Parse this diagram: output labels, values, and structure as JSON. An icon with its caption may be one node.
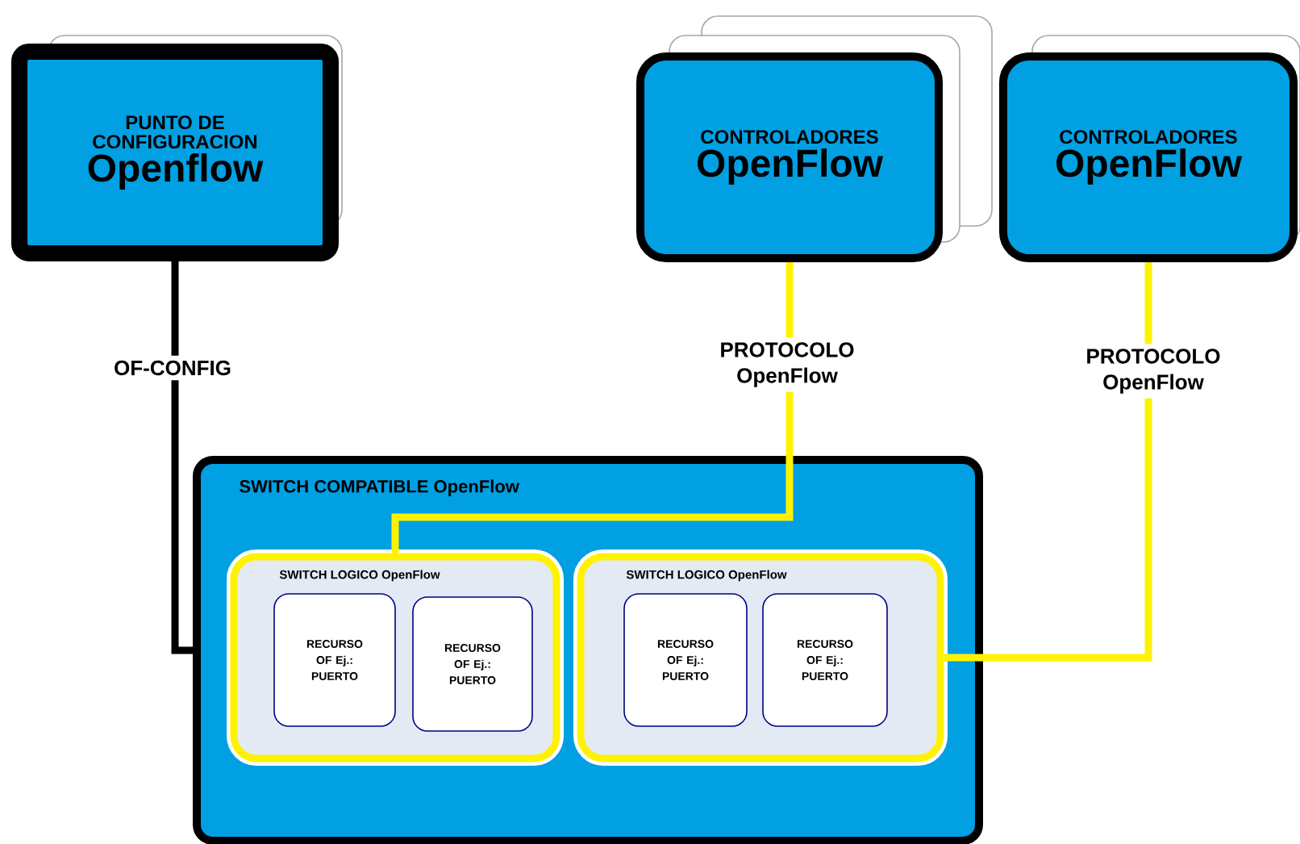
{
  "diagram": {
    "nodes": [
      {
        "text": [
          "PUNTO DE CONFIGURACION",
          "Openflow"
        ]
      },
      {
        "text": [
          "CONTROLADORES",
          "OpenFlow"
        ]
      },
      {
        "text": [
          "CONTROLADORES",
          "OpenFlow"
        ]
      },
      {
        "text": [
          "SWITCH COMPATIBLE OpenFlow"
        ]
      },
      {
        "text": [
          "SWITCH LOGICO OpenFlow"
        ],
        "in": 3
      },
      {
        "text": [
          "RECURSO OF Ej.: PUERTO"
        ],
        "in": 4
      },
      {
        "text": [
          "RECURSO OF Ej.: PUERTO"
        ],
        "in": 4
      },
      {
        "text": [
          "SWITCH LOGICO OpenFlow"
        ],
        "in": 3
      },
      {
        "text": [
          "RECURSO OF Ej.: PUERTO"
        ],
        "in": 7
      },
      {
        "text": [
          "RECURSO OF Ej.: PUERTO"
        ],
        "in": 7
      }
    ],
    "edges": [
      {
        "from": 0,
        "to": 3,
        "arrow": "none",
        "label": "OF-CONFIG",
        "color": "#000000"
      },
      {
        "from": 1,
        "to": 4,
        "arrow": "none",
        "label": "PROTOCOLO OpenFlow"
      },
      {
        "from": 2,
        "to": 7,
        "arrow": "none",
        "label": "PROTOCOLO OpenFlow"
      }
    ]
  }
}
